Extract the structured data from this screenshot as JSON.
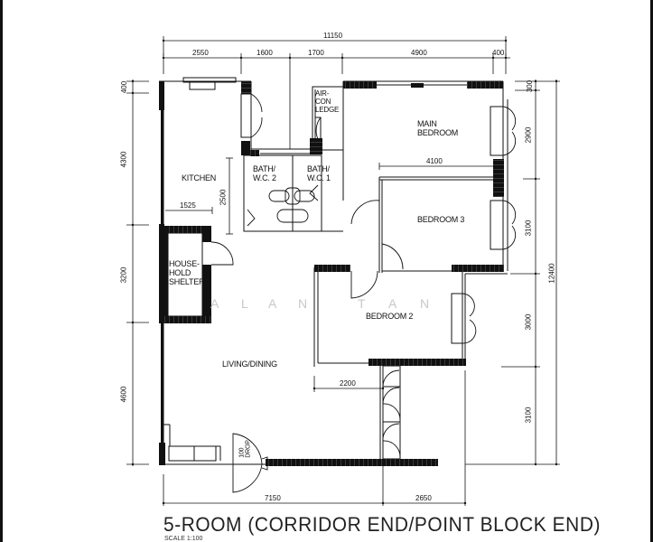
{
  "plan": {
    "title": "5-ROOM (CORRIDOR END/POINT BLOCK END)",
    "scale_text": "SCALE 1:100",
    "watermark": [
      "A",
      "L",
      "A",
      "N",
      "T",
      "A",
      "N"
    ],
    "colors": {
      "line": "#111111",
      "wall_fill": "#111111",
      "background": "#ffffff",
      "watermark": "#c8c8c8"
    }
  },
  "rooms": {
    "kitchen": "KITCHEN",
    "bath2": "BATH/\nW.C. 2",
    "bath1": "BATH/\nW.C. 1",
    "aircon": "AIR-\nCON\nLEDGE",
    "main_bedroom": "MAIN\nBEDROOM",
    "bedroom3": "BEDROOM 3",
    "bedroom2": "BEDROOM 2",
    "shelter": "HOUSE-\nHOLD\nSHELTER",
    "living": "LIVING/DINING",
    "entrance": "100\nDROP"
  },
  "dimensions": {
    "top_total": "11150",
    "top": [
      "2550",
      "1600",
      "1700",
      "4900",
      "400"
    ],
    "left": [
      "400",
      "4300",
      "3200",
      "4600"
    ],
    "right": [
      "300",
      "2900",
      "3100",
      "3000",
      "3100"
    ],
    "right_total": "12400",
    "bottom": [
      "7150",
      "2650"
    ],
    "inner": {
      "kitchen_width": "1525",
      "bath_depth": "2500",
      "bedroom3_width": "4100",
      "living_offset": "2200"
    }
  }
}
